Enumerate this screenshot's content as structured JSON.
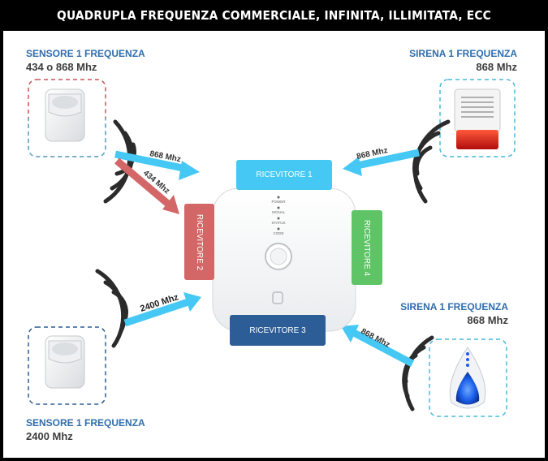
{
  "header": {
    "title": "QUADRUPLA FREQUENZA COMMERCIALE, INFINITA, ILLIMITATA, ECC"
  },
  "devices": {
    "sensor_top": {
      "label": "SENSORE 1 FREQUENZA",
      "freq": "434 o 868 Mhz"
    },
    "siren_top": {
      "label": "SIRENA 1 FREQUENZA",
      "freq": "868 Mhz"
    },
    "siren_bottom": {
      "label": "SIRENA 1 FREQUENZA",
      "freq": "868 Mhz"
    },
    "sensor_bottom": {
      "label": "SENSORE 1 FREQUENZA",
      "freq": "2400 Mhz"
    }
  },
  "receivers": {
    "r1": {
      "label": "RICEVITORE 1",
      "color": "#45c8f4"
    },
    "r2": {
      "label": "RICEVITORE 2",
      "color": "#d36767"
    },
    "r3": {
      "label": "RICEVITORE 3",
      "color": "#2d5d96"
    },
    "r4": {
      "label": "RICEVITORE 4",
      "color": "#5ec466"
    }
  },
  "hub_leds": [
    "POWER",
    "SIGNAL",
    "STATUS",
    "CODE"
  ],
  "links": {
    "sensor_868": "868 Mhz",
    "sensor_434": "434 Mhz",
    "siren_top_868": "868 Mhz",
    "sensor_2400": "2400 Mhz",
    "siren_bottom_868": "868 Mhz"
  }
}
